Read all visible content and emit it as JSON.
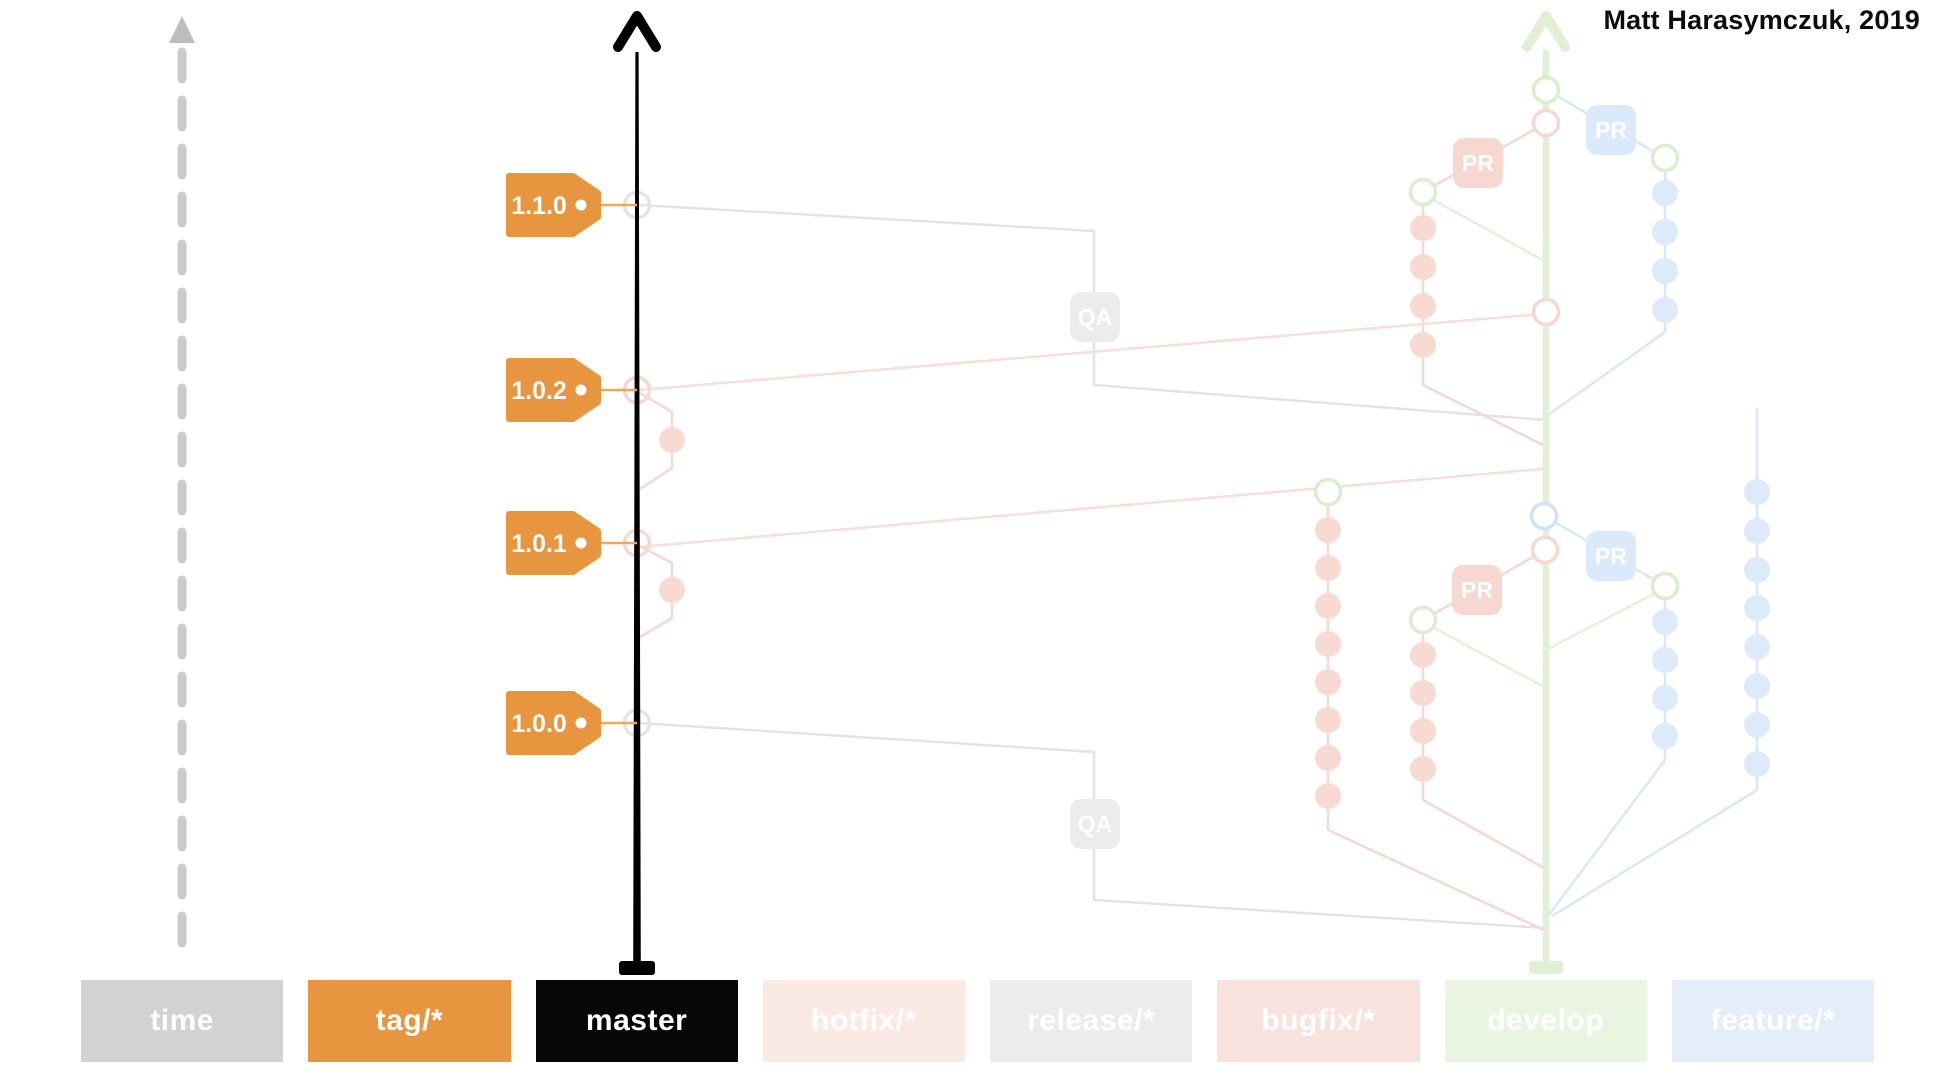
{
  "credit": "Matt Harasymczuk, 2019",
  "badges": {
    "pr": "PR",
    "qa": "QA"
  },
  "tags": {
    "items": [
      {
        "label": "1.1.0"
      },
      {
        "label": "1.0.2"
      },
      {
        "label": "1.0.1"
      },
      {
        "label": "1.0.0"
      }
    ]
  },
  "branches": {
    "items": [
      {
        "id": "time",
        "label": "time",
        "color": "#d2d2d2"
      },
      {
        "id": "tag",
        "label": "tag/*",
        "color": "#e8953f"
      },
      {
        "id": "master",
        "label": "master",
        "color": "#070707"
      },
      {
        "id": "hotfix",
        "label": "hotfix/*",
        "color": "#fbe9e4"
      },
      {
        "id": "release",
        "label": "release/*",
        "color": "#ececec"
      },
      {
        "id": "bugfix",
        "label": "bugfix/*",
        "color": "#f8e2dd"
      },
      {
        "id": "develop",
        "label": "develop",
        "color": "#e9f4e1"
      },
      {
        "id": "feature",
        "label": "feature/*",
        "color": "#e4edfa"
      }
    ]
  },
  "diagram": {
    "master_color": "#000000",
    "tag_color": "#e8953f",
    "tag_connector_color": "#eda75f",
    "time_axis_color": "#c9c9c9",
    "develop_color": "#dff0d5",
    "pink_color": "#f7d8d0",
    "blue_color": "#d7e8fa",
    "gray_color": "#e3e3e3",
    "tag_commit_y": [
      205,
      390,
      543,
      723
    ]
  }
}
